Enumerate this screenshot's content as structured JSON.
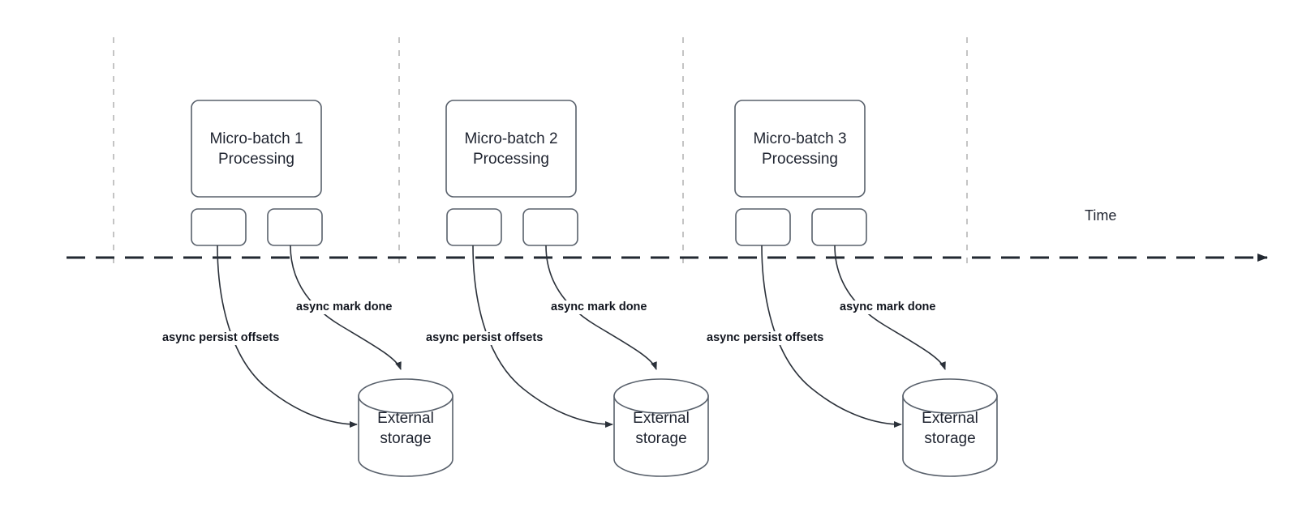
{
  "diagram": {
    "title_text_present": false,
    "background_color": "#ffffff",
    "stroke_color": "#4d5358",
    "text_color": "#1f2430",
    "label_text_color": "#12161f",
    "dashed_guide_color": "#c8c8c8",
    "timeline_color": "#222831"
  },
  "axis": {
    "time_label": "Time"
  },
  "batches": [
    {
      "id": "micro-batch-1",
      "title_line1": "Micro-batch 1",
      "title_line2": "Processing",
      "task_box_1_label": "",
      "task_box_2_label": "",
      "edge_label_persist": "async persist offsets",
      "edge_label_mark_done": "async mark done",
      "storage_line1": "External",
      "storage_line2": "storage"
    },
    {
      "id": "micro-batch-2",
      "title_line1": "Micro-batch 2",
      "title_line2": "Processing",
      "task_box_1_label": "",
      "task_box_2_label": "",
      "edge_label_persist": "async persist offsets",
      "edge_label_mark_done": "async mark done",
      "storage_line1": "External",
      "storage_line2": "storage"
    },
    {
      "id": "micro-batch-3",
      "title_line1": "Micro-batch 3",
      "title_line2": "Processing",
      "task_box_1_label": "",
      "task_box_2_label": "",
      "edge_label_persist": "async persist offsets",
      "edge_label_mark_done": "async mark done",
      "storage_line1": "External",
      "storage_line2": "storage"
    }
  ]
}
